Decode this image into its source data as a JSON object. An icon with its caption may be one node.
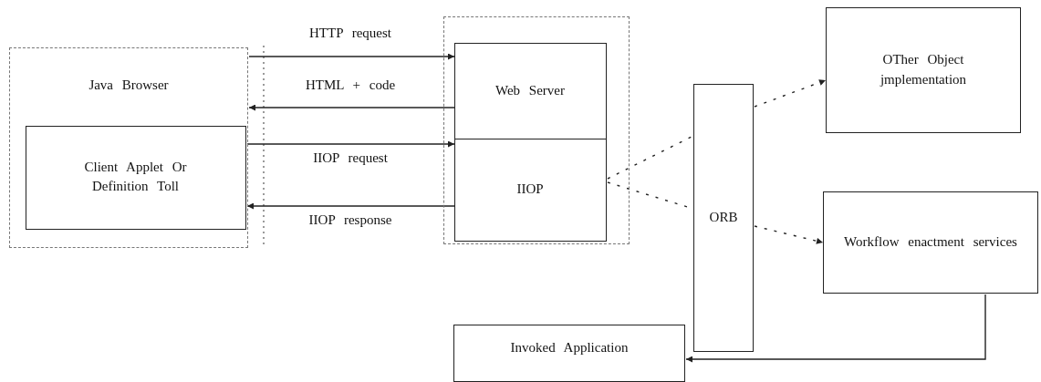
{
  "diagram": {
    "nodes": [
      {
        "text": [
          "Java Browser"
        ]
      },
      {
        "text": [
          "Client Applet Or Definition Toll"
        ],
        "in": 0
      },
      {
        "text": [],
        "shape": "box"
      },
      {
        "text": [
          "Web Server"
        ],
        "in": 2
      },
      {
        "text": [
          "IIOP"
        ],
        "in": 2
      },
      {
        "text": [
          "ORB"
        ]
      },
      {
        "text": [
          "OTher Object jmplementation"
        ]
      },
      {
        "text": [
          "Workflow enactment services"
        ]
      },
      {
        "text": [
          "Invoked Application"
        ]
      }
    ],
    "edges": [
      {
        "from": 0,
        "to": 3,
        "arrow": "to",
        "label": "HTTP request"
      },
      {
        "from": 3,
        "to": 0,
        "arrow": "to",
        "label": "HTML + code"
      },
      {
        "from": 1,
        "to": 4,
        "arrow": "to",
        "label": "IIOP request"
      },
      {
        "from": 4,
        "to": 1,
        "arrow": "to",
        "label": "IIOP response"
      },
      {
        "from": 4,
        "to": 5,
        "arrow": "none",
        "style": "dashed"
      },
      {
        "from": 5,
        "to": 6,
        "arrow": "to",
        "style": "dashed"
      },
      {
        "from": 4,
        "to": 5,
        "arrow": "none",
        "style": "dashed"
      },
      {
        "from": 5,
        "to": 7,
        "arrow": "to",
        "style": "dashed"
      },
      {
        "from": 7,
        "to": 8,
        "arrow": "to"
      }
    ]
  }
}
